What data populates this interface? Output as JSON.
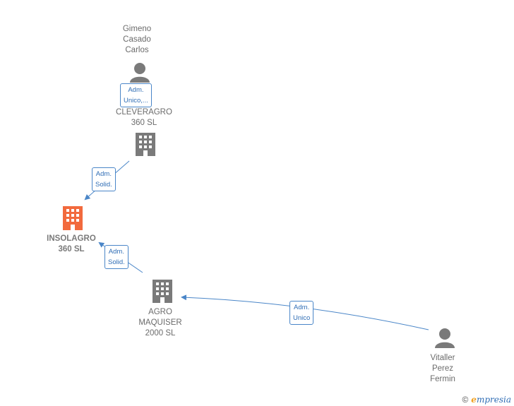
{
  "nodes": {
    "gimeno": {
      "label": "Gimeno\nCasado\nCarlos",
      "type": "person"
    },
    "cleveragro": {
      "label": "CLEVERAGRO\n360  SL",
      "type": "company"
    },
    "insolagro": {
      "label": "INSOLAGRO\n360  SL",
      "type": "company-focus"
    },
    "agro": {
      "label": "AGRO\nMAQUISER\n2000  SL",
      "type": "company"
    },
    "vitaller": {
      "label": "Vitaller\nPerez\nFermin",
      "type": "person"
    }
  },
  "edges": {
    "gimeno_cleveragro": "Adm.\nUnico,...",
    "cleveragro_insolagro": "Adm.\nSolid.",
    "agro_insolagro": "Adm.\nSolid.",
    "vitaller_agro": "Adm.\nUnico"
  },
  "colors": {
    "edge": "#4a86c8",
    "company": "#7a7a7a",
    "focus": "#f26a3d",
    "person": "#7a7a7a"
  },
  "footer": {
    "copyright": "©",
    "brand_initial": "e",
    "brand_rest": "mpresia"
  }
}
